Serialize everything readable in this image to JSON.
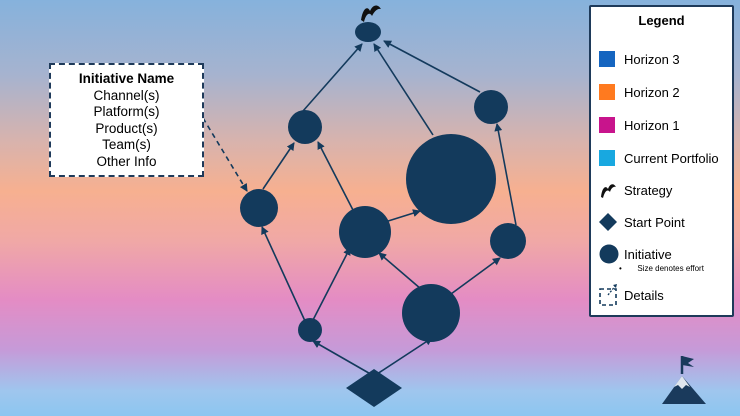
{
  "details_box": {
    "title": "Initiative Name",
    "lines": [
      "Channel(s)",
      "Platform(s)",
      "Product(s)",
      "Team(s)",
      "Other Info"
    ]
  },
  "legend": {
    "title": "Legend",
    "items": [
      {
        "label": "Horizon 3",
        "color": "#1565c0"
      },
      {
        "label": "Horizon 2",
        "color": "#ff7a1f"
      },
      {
        "label": "Horizon 1",
        "color": "#c8148c"
      },
      {
        "label": "Current Portfolio",
        "color": "#18a8e0"
      },
      {
        "label": "Strategy",
        "icon": "flag-icon"
      },
      {
        "label": "Start Point",
        "icon": "diamond-icon"
      },
      {
        "label": "Initiative",
        "icon": "circle-icon",
        "note": "Size denotes effort"
      },
      {
        "label": "Details",
        "icon": "dashed-box-arrow-icon"
      }
    ]
  },
  "colors": {
    "node": "#133a5c",
    "arrow": "#133a5c"
  },
  "logo": "mountain-flag-icon"
}
